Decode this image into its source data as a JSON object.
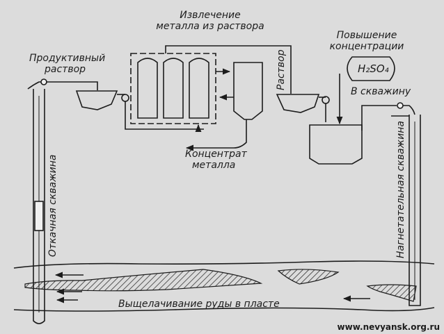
{
  "labels": {
    "metal_extraction_line1": "Извлечение",
    "metal_extraction_line2": "металла из раствора",
    "productive_solution_line1": "Продуктивный",
    "productive_solution_line2": "раствор",
    "concentration_increase_line1": "Повышение",
    "concentration_increase_line2": "концентрации",
    "acid": "H₂SO₄",
    "solution": "Раствор",
    "to_well": "В скважину",
    "metal_concentrate_line1": "Концентрат",
    "metal_concentrate_line2": "металла",
    "pumping_well": "Откачная скважина",
    "injection_well": "Нагнетательная скважина",
    "leaching_in_layer": "Выщелачивание руды в пласте"
  },
  "watermark": "www.nevyansk.org.ru",
  "colors": {
    "background": "#dcdcdc",
    "ink": "#1c1c1c"
  }
}
